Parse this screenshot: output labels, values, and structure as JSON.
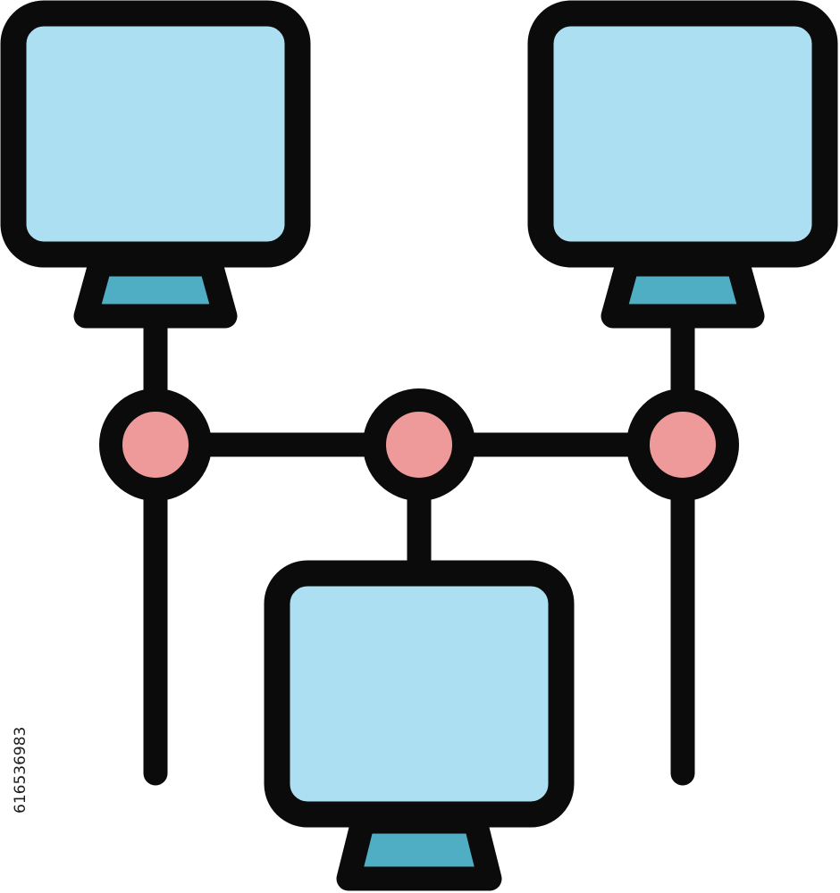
{
  "icon": {
    "name": "computer-network-icon",
    "colors": {
      "outline": "#0b0b0b",
      "screen_fill": "#abdff1",
      "stand_fill": "#4faec4",
      "node_fill": "#ef9a9a",
      "background": "#ffffff"
    },
    "monitors": [
      {
        "name": "monitor-top-left"
      },
      {
        "name": "monitor-top-right"
      },
      {
        "name": "monitor-bottom-center"
      }
    ],
    "nodes": [
      {
        "name": "node-left"
      },
      {
        "name": "node-center"
      },
      {
        "name": "node-right"
      }
    ]
  },
  "watermark": {
    "stock_id": "616536983"
  }
}
